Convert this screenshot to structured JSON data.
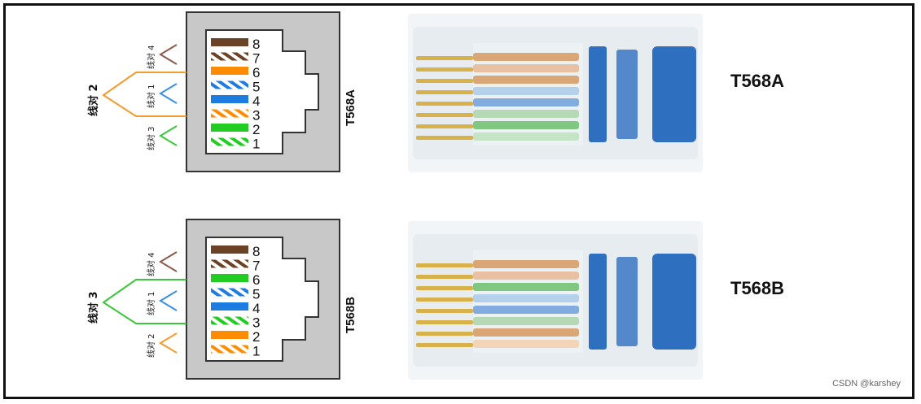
{
  "standards": [
    {
      "id": "t568a",
      "name": "T568A",
      "jack_label": "T568A",
      "big_pair_label": "线对 2",
      "pairs": [
        {
          "label": "线对 4",
          "color": "#8b5a4a"
        },
        {
          "label": "线对 1",
          "color": "#3a8fe0"
        },
        {
          "label": "线对 3",
          "color": "#3ac83a"
        }
      ],
      "big_pair_color": "#f59a2c",
      "pins": [
        {
          "num": "8",
          "color": "#6b4226",
          "striped": false
        },
        {
          "num": "7",
          "color": "#6b4226",
          "striped": true
        },
        {
          "num": "6",
          "color": "#ff8c00",
          "striped": false
        },
        {
          "num": "5",
          "color": "#1e7be0",
          "striped": true
        },
        {
          "num": "4",
          "color": "#1e7be0",
          "striped": false
        },
        {
          "num": "3",
          "color": "#ff8c00",
          "striped": true
        },
        {
          "num": "2",
          "color": "#22cc22",
          "striped": false
        },
        {
          "num": "1",
          "color": "#22cc22",
          "striped": true
        }
      ],
      "plug_wires": [
        "#c9772c",
        "#e0a070",
        "#c9772c",
        "#8fb8e0",
        "#3f7fd0",
        "#8ec88e",
        "#3caa3c",
        "#a8d8a8"
      ]
    },
    {
      "id": "t568b",
      "name": "T568B",
      "jack_label": "T568B",
      "big_pair_label": "线对 3",
      "pairs": [
        {
          "label": "线对 4",
          "color": "#8b5a4a"
        },
        {
          "label": "线对 1",
          "color": "#3a8fe0"
        },
        {
          "label": "线对 2",
          "color": "#f59a2c"
        }
      ],
      "big_pair_color": "#3ac83a",
      "pins": [
        {
          "num": "8",
          "color": "#6b4226",
          "striped": false
        },
        {
          "num": "7",
          "color": "#6b4226",
          "striped": true
        },
        {
          "num": "6",
          "color": "#22cc22",
          "striped": false
        },
        {
          "num": "5",
          "color": "#1e7be0",
          "striped": true
        },
        {
          "num": "4",
          "color": "#1e7be0",
          "striped": false
        },
        {
          "num": "3",
          "color": "#22cc22",
          "striped": true
        },
        {
          "num": "2",
          "color": "#ff8c00",
          "striped": false
        },
        {
          "num": "1",
          "color": "#ff8c00",
          "striped": true
        }
      ],
      "plug_wires": [
        "#c9772c",
        "#e0a070",
        "#3caa3c",
        "#8fb8e0",
        "#3f7fd0",
        "#8ec88e",
        "#c9772c",
        "#f0c090"
      ]
    }
  ],
  "watermark": "CSDN @karshey",
  "colors": {
    "jack_fill": "#c8c8c8",
    "border": "#333333",
    "plug_blue": "#2f6fc0",
    "contact_gold": "#d8b14a"
  }
}
